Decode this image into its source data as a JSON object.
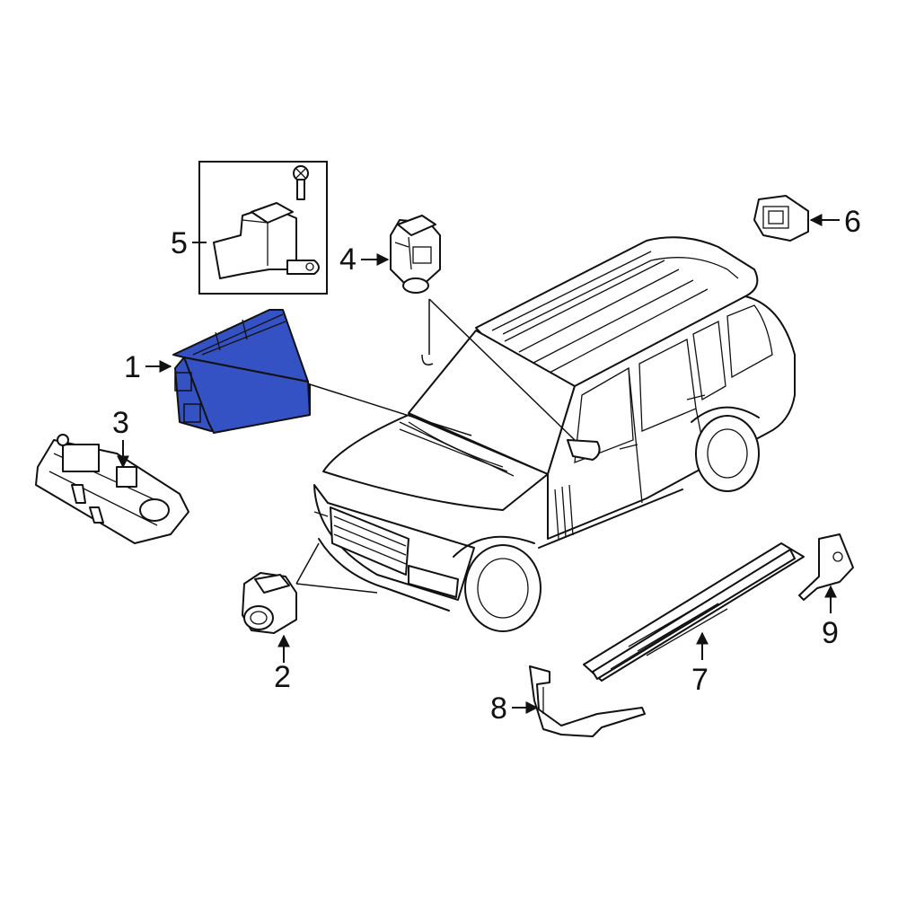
{
  "diagram": {
    "highlight_color": "#3552c4",
    "callouts": [
      {
        "id": "1",
        "label": "1"
      },
      {
        "id": "2",
        "label": "2"
      },
      {
        "id": "3",
        "label": "3"
      },
      {
        "id": "4",
        "label": "4"
      },
      {
        "id": "5",
        "label": "5"
      },
      {
        "id": "6",
        "label": "6"
      },
      {
        "id": "7",
        "label": "7"
      },
      {
        "id": "8",
        "label": "8"
      },
      {
        "id": "9",
        "label": "9"
      }
    ]
  }
}
